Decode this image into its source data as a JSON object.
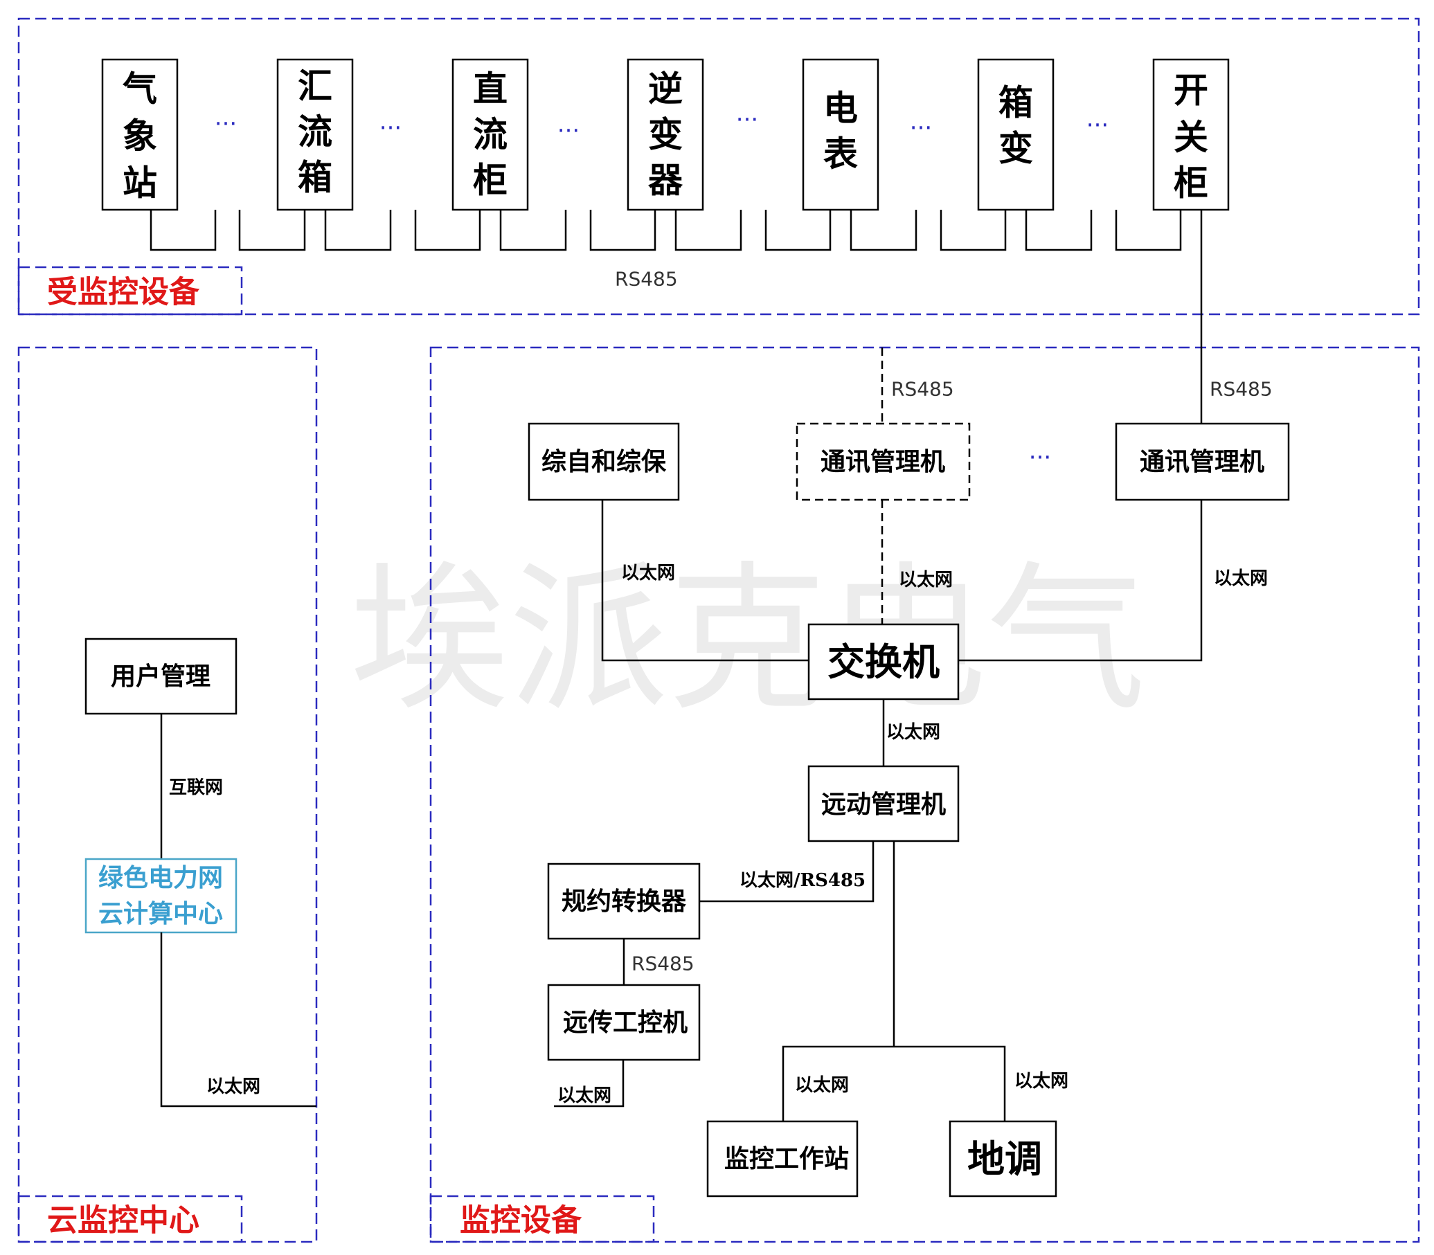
{
  "watermark": "埃派克电气",
  "regions": {
    "monitored": "受监控设备",
    "cloud": "云监控中心",
    "monitoring": "监控设备"
  },
  "devices": [
    {
      "chars": [
        "气",
        "象",
        "站"
      ]
    },
    {
      "chars": [
        "汇",
        "流",
        "箱"
      ]
    },
    {
      "chars": [
        "直",
        "流",
        "柜"
      ]
    },
    {
      "chars": [
        "逆",
        "变",
        "器"
      ]
    },
    {
      "chars": [
        "电",
        "表"
      ]
    },
    {
      "chars": [
        "箱",
        "变"
      ]
    },
    {
      "chars": [
        "开",
        "关",
        "柜"
      ]
    }
  ],
  "ellipsis": "···",
  "nodes": {
    "zonghe": "综自和综保",
    "comm1": "通讯管理机",
    "comm2": "通讯管理机",
    "switch": "交换机",
    "yuandong": "远动管理机",
    "protocol": "规约转换器",
    "remote": "远传工控机",
    "workstation": "监控工作站",
    "didiao": "地调",
    "user_mgmt": "用户管理",
    "cloud_center": [
      "绿色电力网",
      "云计算中心"
    ]
  },
  "labels": {
    "rs485": "RS485",
    "ethernet": "以太网",
    "ethernet_rs485": "以太网/RS485",
    "internet": "互联网"
  },
  "colors": {
    "region_border": "#2b2bbf",
    "region_label": "#e01818",
    "cloud_text": "#3a9fd0",
    "cloud_border": "#4aa6c8"
  }
}
